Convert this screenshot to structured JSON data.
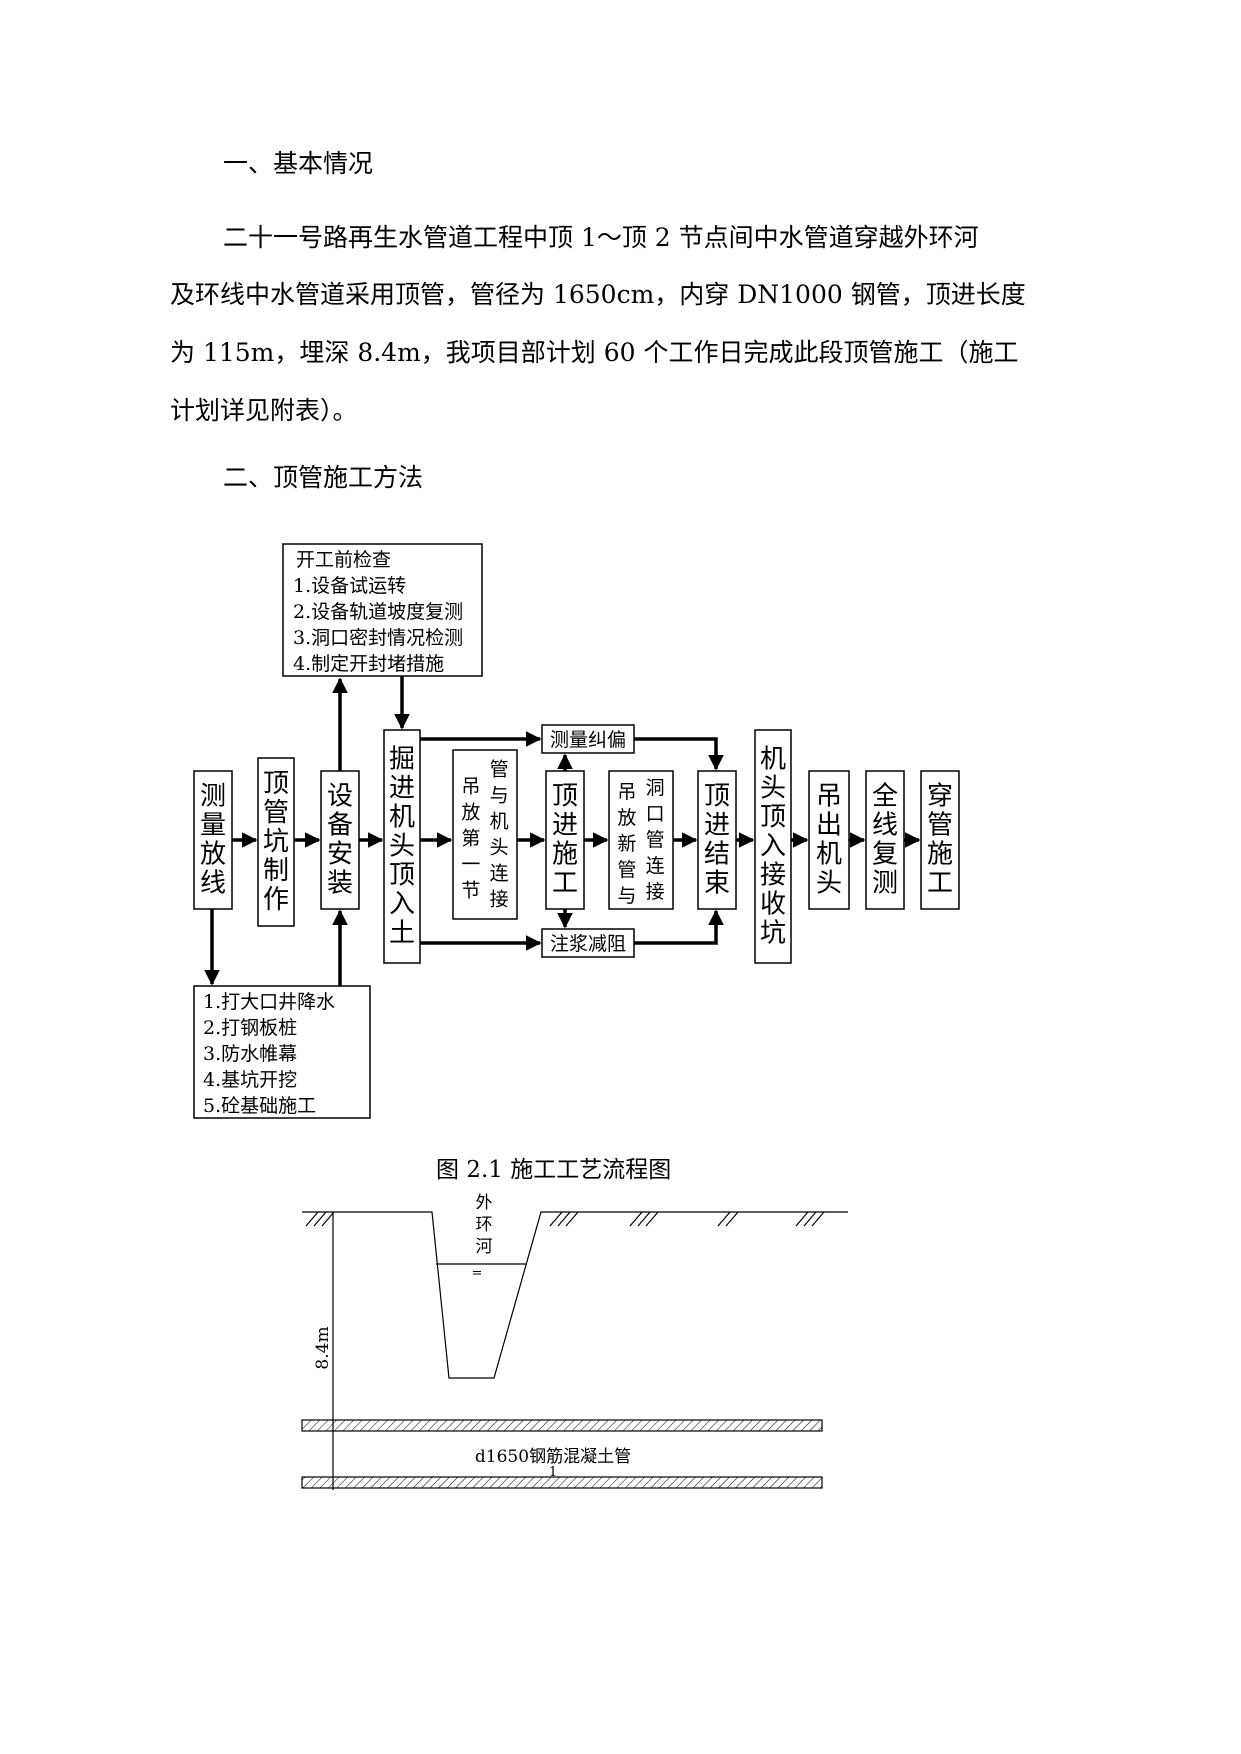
{
  "section1": {
    "heading": "一、基本情况",
    "lines": [
      "二十一号路再生水管道工程中顶 1～顶 2 节点间中水管道穿越外环河",
      "及环线中水管道采用顶管，管径为 1650cm，内穿 DN1000 钢管，顶进长度",
      "为 115m，埋深 8.4m，我项目部计划 60 个工作日完成此段顶管施工（施工",
      "计划详见附表）。"
    ]
  },
  "section2": {
    "heading": "二、顶管施工方法"
  },
  "flowchart": {
    "check_box": [
      "开工前检查",
      "1.设备试运转",
      "2.设备轨道坡度复测",
      "3.洞口密封情况检测",
      "4.制定开封堵措施"
    ],
    "prep_box": [
      "1.打大口井降水",
      "2.打钢板桩",
      "3.防水帷幕",
      "4.基坑开挖",
      "5.砼基础施工"
    ],
    "survey_correct": "测量纠偏",
    "grouting": "注浆减阻",
    "steps": [
      {
        "id": "s1",
        "chars": "测量放线"
      },
      {
        "id": "s2",
        "chars": "顶管坑制作"
      },
      {
        "id": "s3",
        "chars": "设备安装"
      },
      {
        "id": "s4",
        "chars": "掘进机头顶入土"
      },
      {
        "id": "s5",
        "col1": "吊放第一节",
        "col2": "管与机头连接"
      },
      {
        "id": "s6",
        "chars": "顶进施工"
      },
      {
        "id": "s7",
        "col1": "吊放新管与",
        "col2": "洞口管连接"
      },
      {
        "id": "s8",
        "chars": "顶进结束"
      },
      {
        "id": "s9",
        "chars": "机头顶入接收坑"
      },
      {
        "id": "s10",
        "chars": "吊出机头"
      },
      {
        "id": "s11",
        "chars": "全线复测"
      },
      {
        "id": "s12",
        "chars": "穿管施工"
      }
    ]
  },
  "figure_caption": "图 2.1 施工工艺流程图",
  "section_drawing": {
    "river_label": "外环河",
    "water_mark": "=",
    "depth_label": "8.4m",
    "pipe_label": "d1650钢筋混凝土管",
    "pipe_mark": "1"
  }
}
